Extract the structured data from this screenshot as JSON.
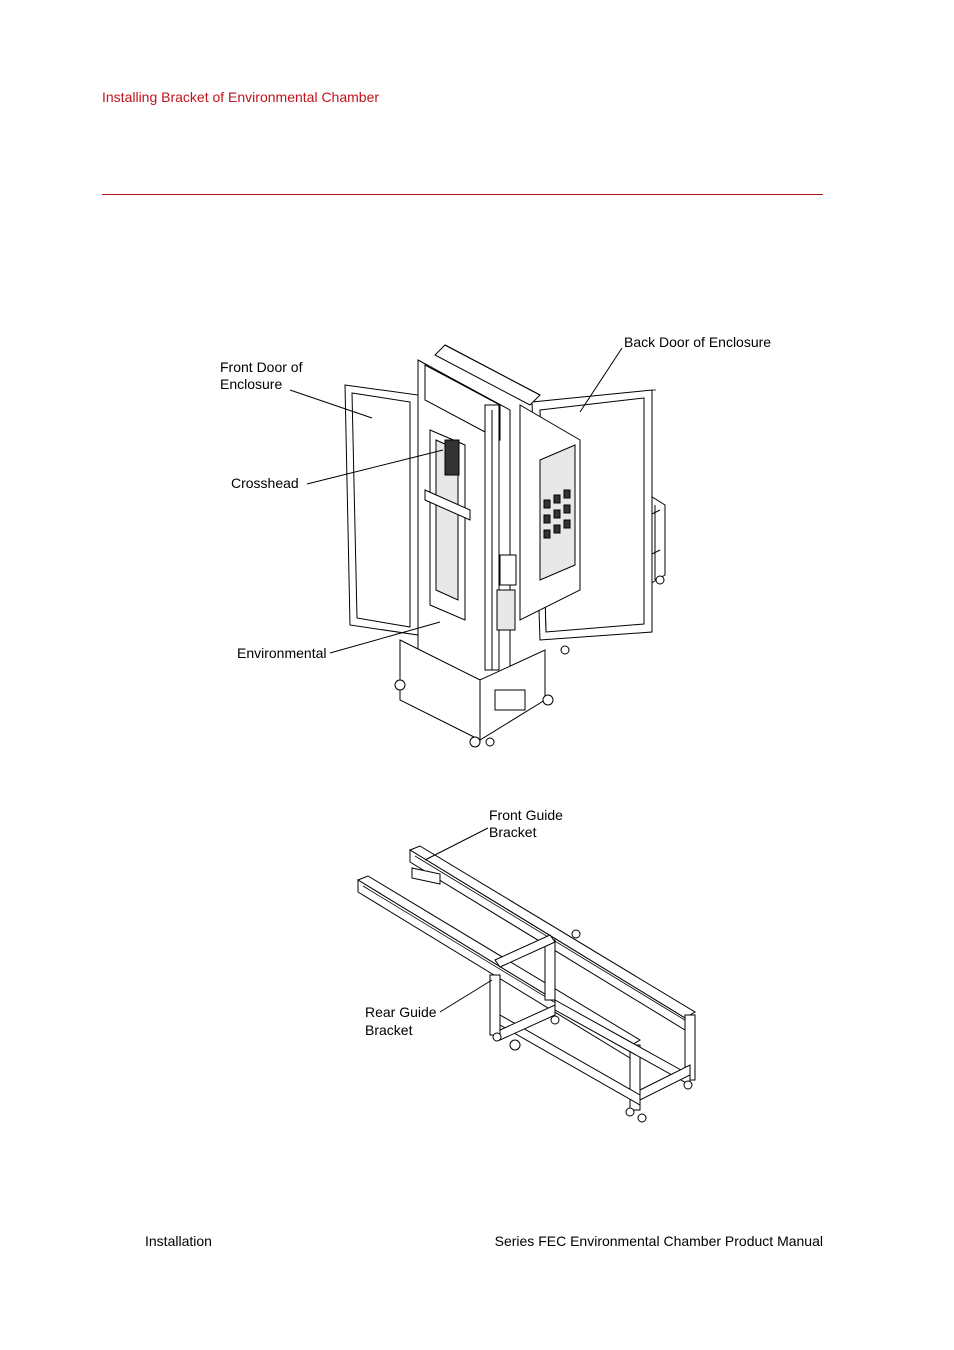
{
  "header": {
    "section_title": "Installing Bracket of Environmental Chamber"
  },
  "figure1": {
    "labels": {
      "back_door": "Back Door of Enclosure",
      "front_door_line1": "Front Door of",
      "front_door_line2": "Enclosure",
      "crosshead": "Crosshead",
      "environmental": "Environmental"
    }
  },
  "figure2": {
    "labels": {
      "front_guide_line1": "Front Guide",
      "front_guide_line2": "Bracket",
      "rear_guide_line1": "Rear Guide",
      "rear_guide_line2": "Bracket"
    }
  },
  "footer": {
    "left": "Installation",
    "right": "Series FEC Environmental Chamber Product Manual"
  },
  "colors": {
    "accent": "#c0141c"
  }
}
